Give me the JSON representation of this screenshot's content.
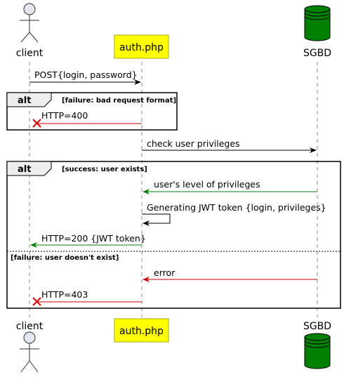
{
  "participants": {
    "client": {
      "name": "client",
      "kind": "actor"
    },
    "auth": {
      "name": "auth.php",
      "kind": "participant",
      "fill": "#ffff00"
    },
    "db": {
      "name": "SGBD",
      "kind": "database",
      "fill": "#008000"
    }
  },
  "colors": {
    "normal_arrow": "#000000",
    "success_arrow": "#008000",
    "failure_arrow": "#cc0000"
  },
  "messages": {
    "m1": "POST{login, password}",
    "m2": "HTTP=400",
    "m3": "check user privileges",
    "m4": "user's level of privileges",
    "m5": "Generating JWT token {login, privileges}",
    "m6": "HTTP=200 {JWT token}",
    "m7": "error",
    "m8": "HTTP=403"
  },
  "fragments": {
    "alt1": {
      "keyword": "alt",
      "guard": "[failure: bad request format]"
    },
    "alt2": {
      "keyword": "alt",
      "guard": "[success: user exists]",
      "else_guard": "[failure: user doesn't exist]"
    }
  }
}
